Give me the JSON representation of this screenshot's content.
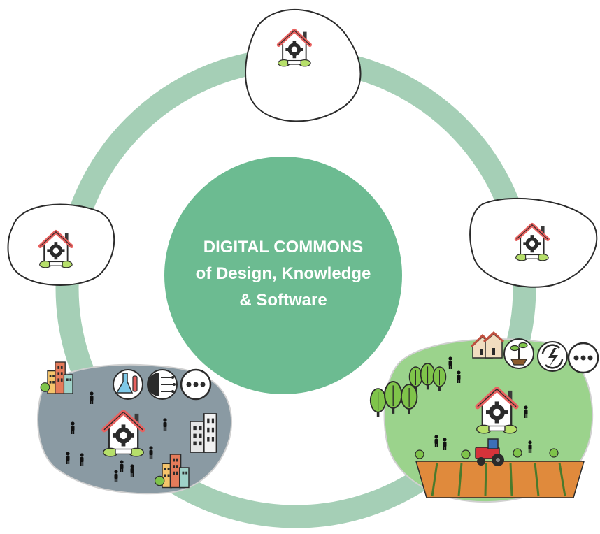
{
  "center": {
    "line1": "DIGITAL COMMONS",
    "line2": "of Design, Knowledge",
    "line3": "& Software"
  },
  "colors": {
    "ring": "#a5cfb6",
    "center_circle": "#6cbb91",
    "urban_blob": "#8a9aa3",
    "rural_blob": "#9bd38c",
    "house_roof": "#e8615f",
    "gear": "#2b2b2b",
    "outline": "#2b2b2b"
  },
  "icons": {
    "hub_house": "house-gear-icon",
    "urban_extras": [
      "lab-flask-icon",
      "circuit-chip-icon",
      "more-dots-icon"
    ],
    "rural_extras": [
      "seedling-icon",
      "energy-cycle-icon",
      "more-dots-icon"
    ]
  }
}
